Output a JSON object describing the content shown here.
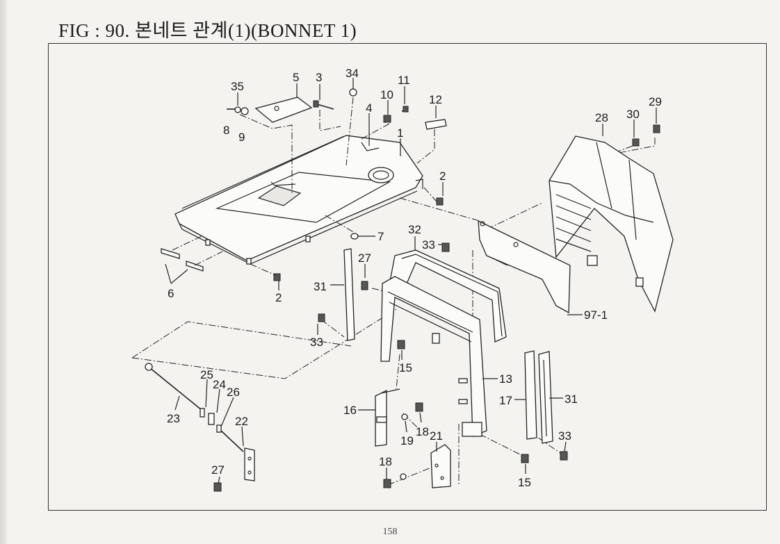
{
  "header": {
    "title": "FIG : 90. 본네트 관계(1)(BONNET 1)"
  },
  "footer": {
    "page_number": "158"
  },
  "callouts": [
    {
      "id": "p35",
      "text": "35"
    },
    {
      "id": "p5",
      "text": "5"
    },
    {
      "id": "p3",
      "text": "3"
    },
    {
      "id": "p34",
      "text": "34"
    },
    {
      "id": "p11",
      "text": "11"
    },
    {
      "id": "p10",
      "text": "10"
    },
    {
      "id": "p4",
      "text": "4"
    },
    {
      "id": "p12",
      "text": "12"
    },
    {
      "id": "p8",
      "text": "8"
    },
    {
      "id": "p9",
      "text": "9"
    },
    {
      "id": "p1",
      "text": "1"
    },
    {
      "id": "p29",
      "text": "29"
    },
    {
      "id": "p28",
      "text": "28"
    },
    {
      "id": "p30",
      "text": "30"
    },
    {
      "id": "p2a",
      "text": "2"
    },
    {
      "id": "p7",
      "text": "7"
    },
    {
      "id": "p32",
      "text": "32"
    },
    {
      "id": "p33a",
      "text": "33"
    },
    {
      "id": "p6",
      "text": "6"
    },
    {
      "id": "p2b",
      "text": "2"
    },
    {
      "id": "p27a",
      "text": "27"
    },
    {
      "id": "p31a",
      "text": "31"
    },
    {
      "id": "p97",
      "text": "97-1"
    },
    {
      "id": "p33b",
      "text": "33"
    },
    {
      "id": "p15a",
      "text": "15"
    },
    {
      "id": "p13",
      "text": "13"
    },
    {
      "id": "p25",
      "text": "25"
    },
    {
      "id": "p24",
      "text": "24"
    },
    {
      "id": "p26",
      "text": "26"
    },
    {
      "id": "p23",
      "text": "23"
    },
    {
      "id": "p16",
      "text": "16"
    },
    {
      "id": "p17",
      "text": "17"
    },
    {
      "id": "p31b",
      "text": "31"
    },
    {
      "id": "p22",
      "text": "22"
    },
    {
      "id": "p18a",
      "text": "18"
    },
    {
      "id": "p19",
      "text": "19"
    },
    {
      "id": "p21",
      "text": "21"
    },
    {
      "id": "p33c",
      "text": "33"
    },
    {
      "id": "p27b",
      "text": "27"
    },
    {
      "id": "p18b",
      "text": "18"
    },
    {
      "id": "p15b",
      "text": "15"
    }
  ]
}
